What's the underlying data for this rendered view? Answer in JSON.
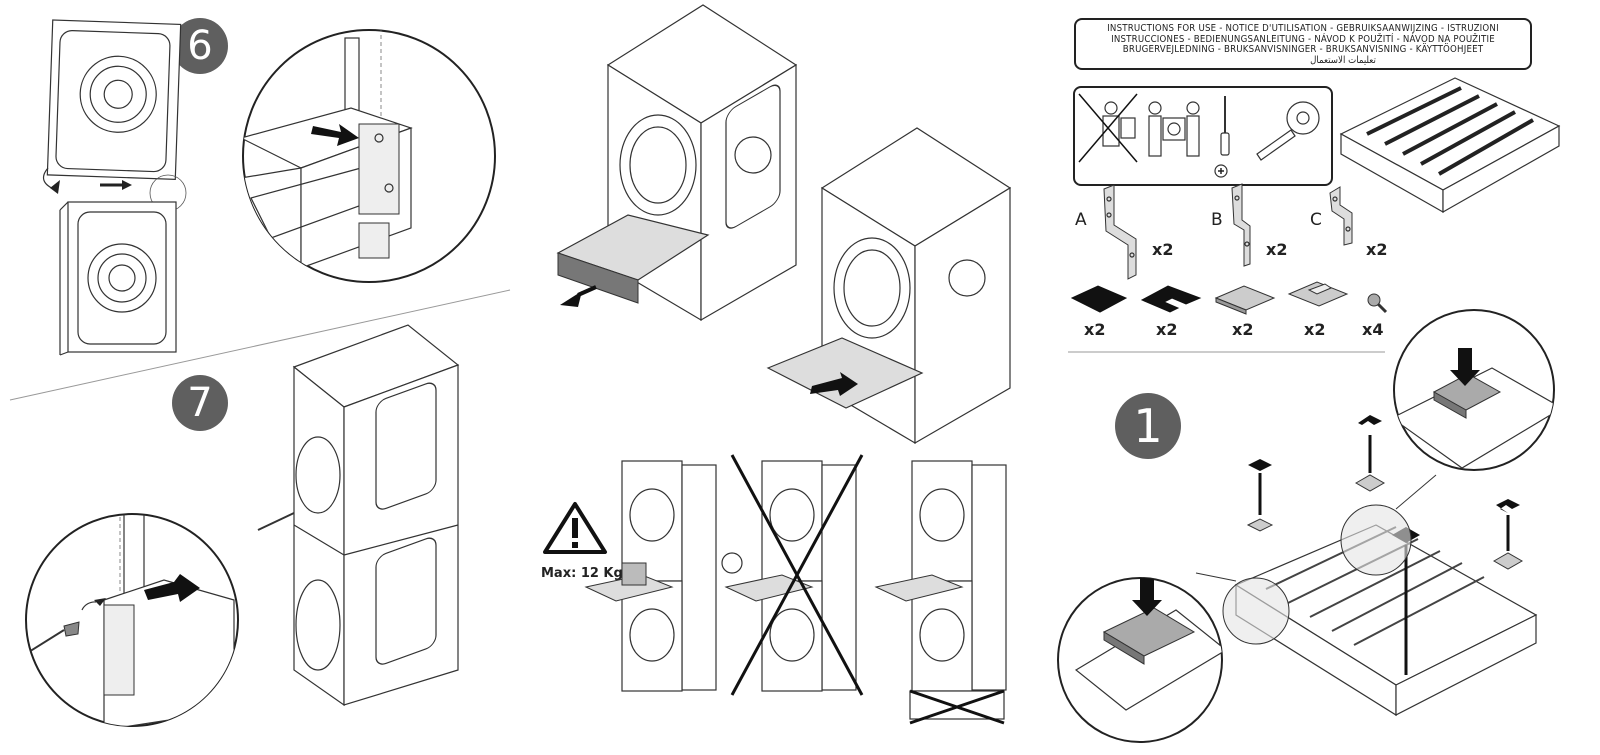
{
  "steps": {
    "step6": "6",
    "step7": "7",
    "step1": "1"
  },
  "instructions": {
    "line1": "INSTRUCTIONS FOR USE -  NOTICE D'UTILISATION - GEBRUIKSAANWIJZING - ISTRUZIONI",
    "line2": "INSTRUCCIONES - BEDIENUNGSANLEITUNG - NÁVOD K POUŽITÍ - NÁVOD NA POUŽITIE",
    "line3": "BRUGERVEJLEDNING - BRUKSANVISNINGER - BRUKSANVISNING - KÄYTTÖOHJEET",
    "line4": "تعليمات الاستعمال"
  },
  "parts": {
    "bracket_a": {
      "letter": "A",
      "qty": "x2"
    },
    "bracket_b": {
      "letter": "B",
      "qty": "x2"
    },
    "bracket_c": {
      "letter": "C",
      "qty": "x2"
    },
    "pad_square_black": {
      "qty": "x2"
    },
    "pad_notched_black": {
      "qty": "x2"
    },
    "pad_square_grey": {
      "qty": "x2"
    },
    "pad_notched_grey": {
      "qty": "x2"
    },
    "screw": {
      "qty": "x4"
    }
  },
  "warning": {
    "max_load": "Max: 12 Kg"
  },
  "icons": [
    "warning-triangle-icon",
    "screwdriver-icon",
    "tape-measure-icon",
    "two-person-lift-icon",
    "plus-icon",
    "arrow-icon"
  ]
}
